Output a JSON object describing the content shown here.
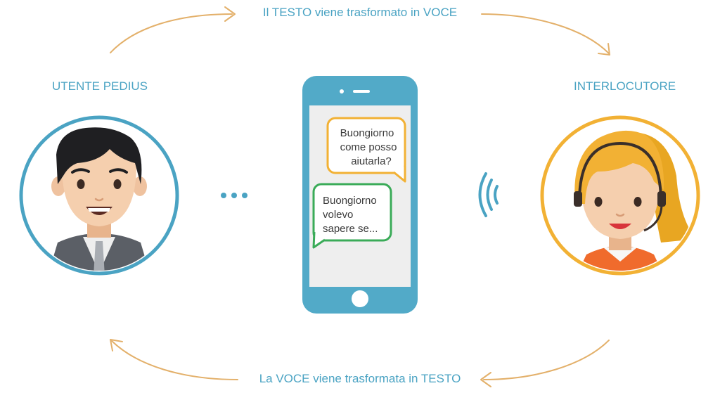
{
  "captions": {
    "top": "Il TESTO viene trasformato in VOCE",
    "bottom": "La VOCE viene trasformata in TESTO"
  },
  "participants": {
    "left": "UTENTE PEDIUS",
    "right": "INTERLOCUTORE"
  },
  "phone": {
    "incoming_message": [
      "Buongiorno",
      "come posso",
      "aiutarla?"
    ],
    "outgoing_message": [
      "Buongiorno",
      "volevo",
      "sapere se..."
    ]
  },
  "colors": {
    "blue": "#4aa3c3",
    "orange": "#f2b134",
    "green": "#3aab58",
    "arrow": "#e3b06a"
  },
  "icons": [
    "typing-dots-icon",
    "sound-waves-icon"
  ]
}
